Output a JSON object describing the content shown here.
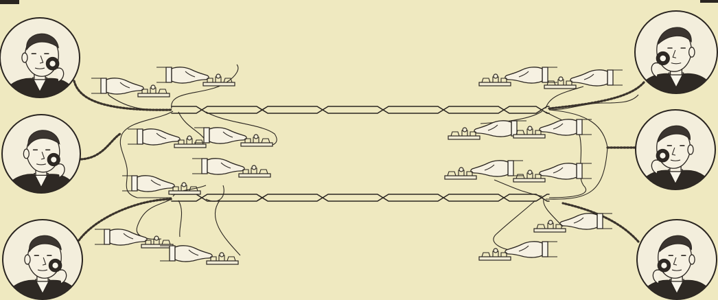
{
  "scene": {
    "subject": "telephone-telegraph-illustration",
    "ink_color": "#2a2520",
    "paper_color": "#efe9c0"
  },
  "portraits": [
    {
      "id": "left-top",
      "side": "left"
    },
    {
      "id": "left-middle",
      "side": "left"
    },
    {
      "id": "left-bottom",
      "side": "left"
    },
    {
      "id": "right-top",
      "side": "right"
    },
    {
      "id": "right-middle",
      "side": "right"
    },
    {
      "id": "right-bottom",
      "side": "right"
    }
  ],
  "telegraph_keys": {
    "left_count": 8,
    "right_count": 8
  },
  "transmission_lines": {
    "count": 2
  }
}
